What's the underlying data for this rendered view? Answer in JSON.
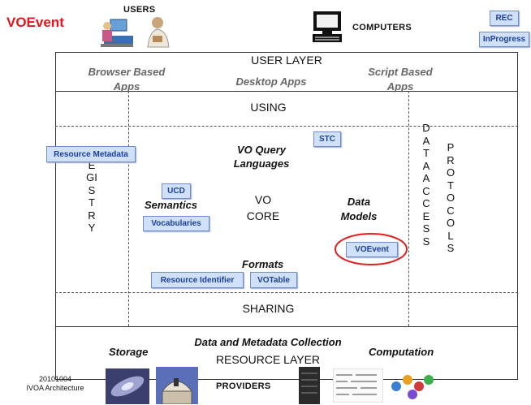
{
  "title": "VOEvent",
  "users_label": "USERS",
  "computers_label": "COMPUTERS",
  "status": {
    "rec": "REC",
    "inprogress": "InProgress"
  },
  "user_layer": {
    "title": "USER LAYER",
    "browser_apps": "Browser Based Apps",
    "desktop_apps": "Desktop Apps",
    "script_apps": "Script Based Apps"
  },
  "using": "USING",
  "sharing": "SHARING",
  "registry": "REGISTRY",
  "data_access": "DATA ACCESS",
  "protocols": "PROTOCOLS",
  "core": {
    "query_languages": "VO Query Languages",
    "vo_core": "VO CORE",
    "semantics": "Semantics",
    "data_models": "Data Models",
    "formats": "Formats"
  },
  "tags": {
    "resource_metadata": "Resource Metadata",
    "stc": "STC",
    "ucd": "UCD",
    "vocabularies": "Vocabularies",
    "voevent": "VOEvent",
    "resource_identifier": "Resource Identifier",
    "votable": "VOTable"
  },
  "resource_layer": {
    "collection": "Data and Metadata Collection",
    "storage": "Storage",
    "computation": "Computation",
    "title": "RESOURCE LAYER"
  },
  "footer": {
    "date": "20101004",
    "caption": "IVOA Architecture",
    "providers": "PROVIDERS"
  },
  "colors": {
    "title": "#e8141b",
    "tag_fill": "#cfe0f8",
    "tag_text": "#1b3f9e",
    "highlight_ring": "#e02020"
  }
}
